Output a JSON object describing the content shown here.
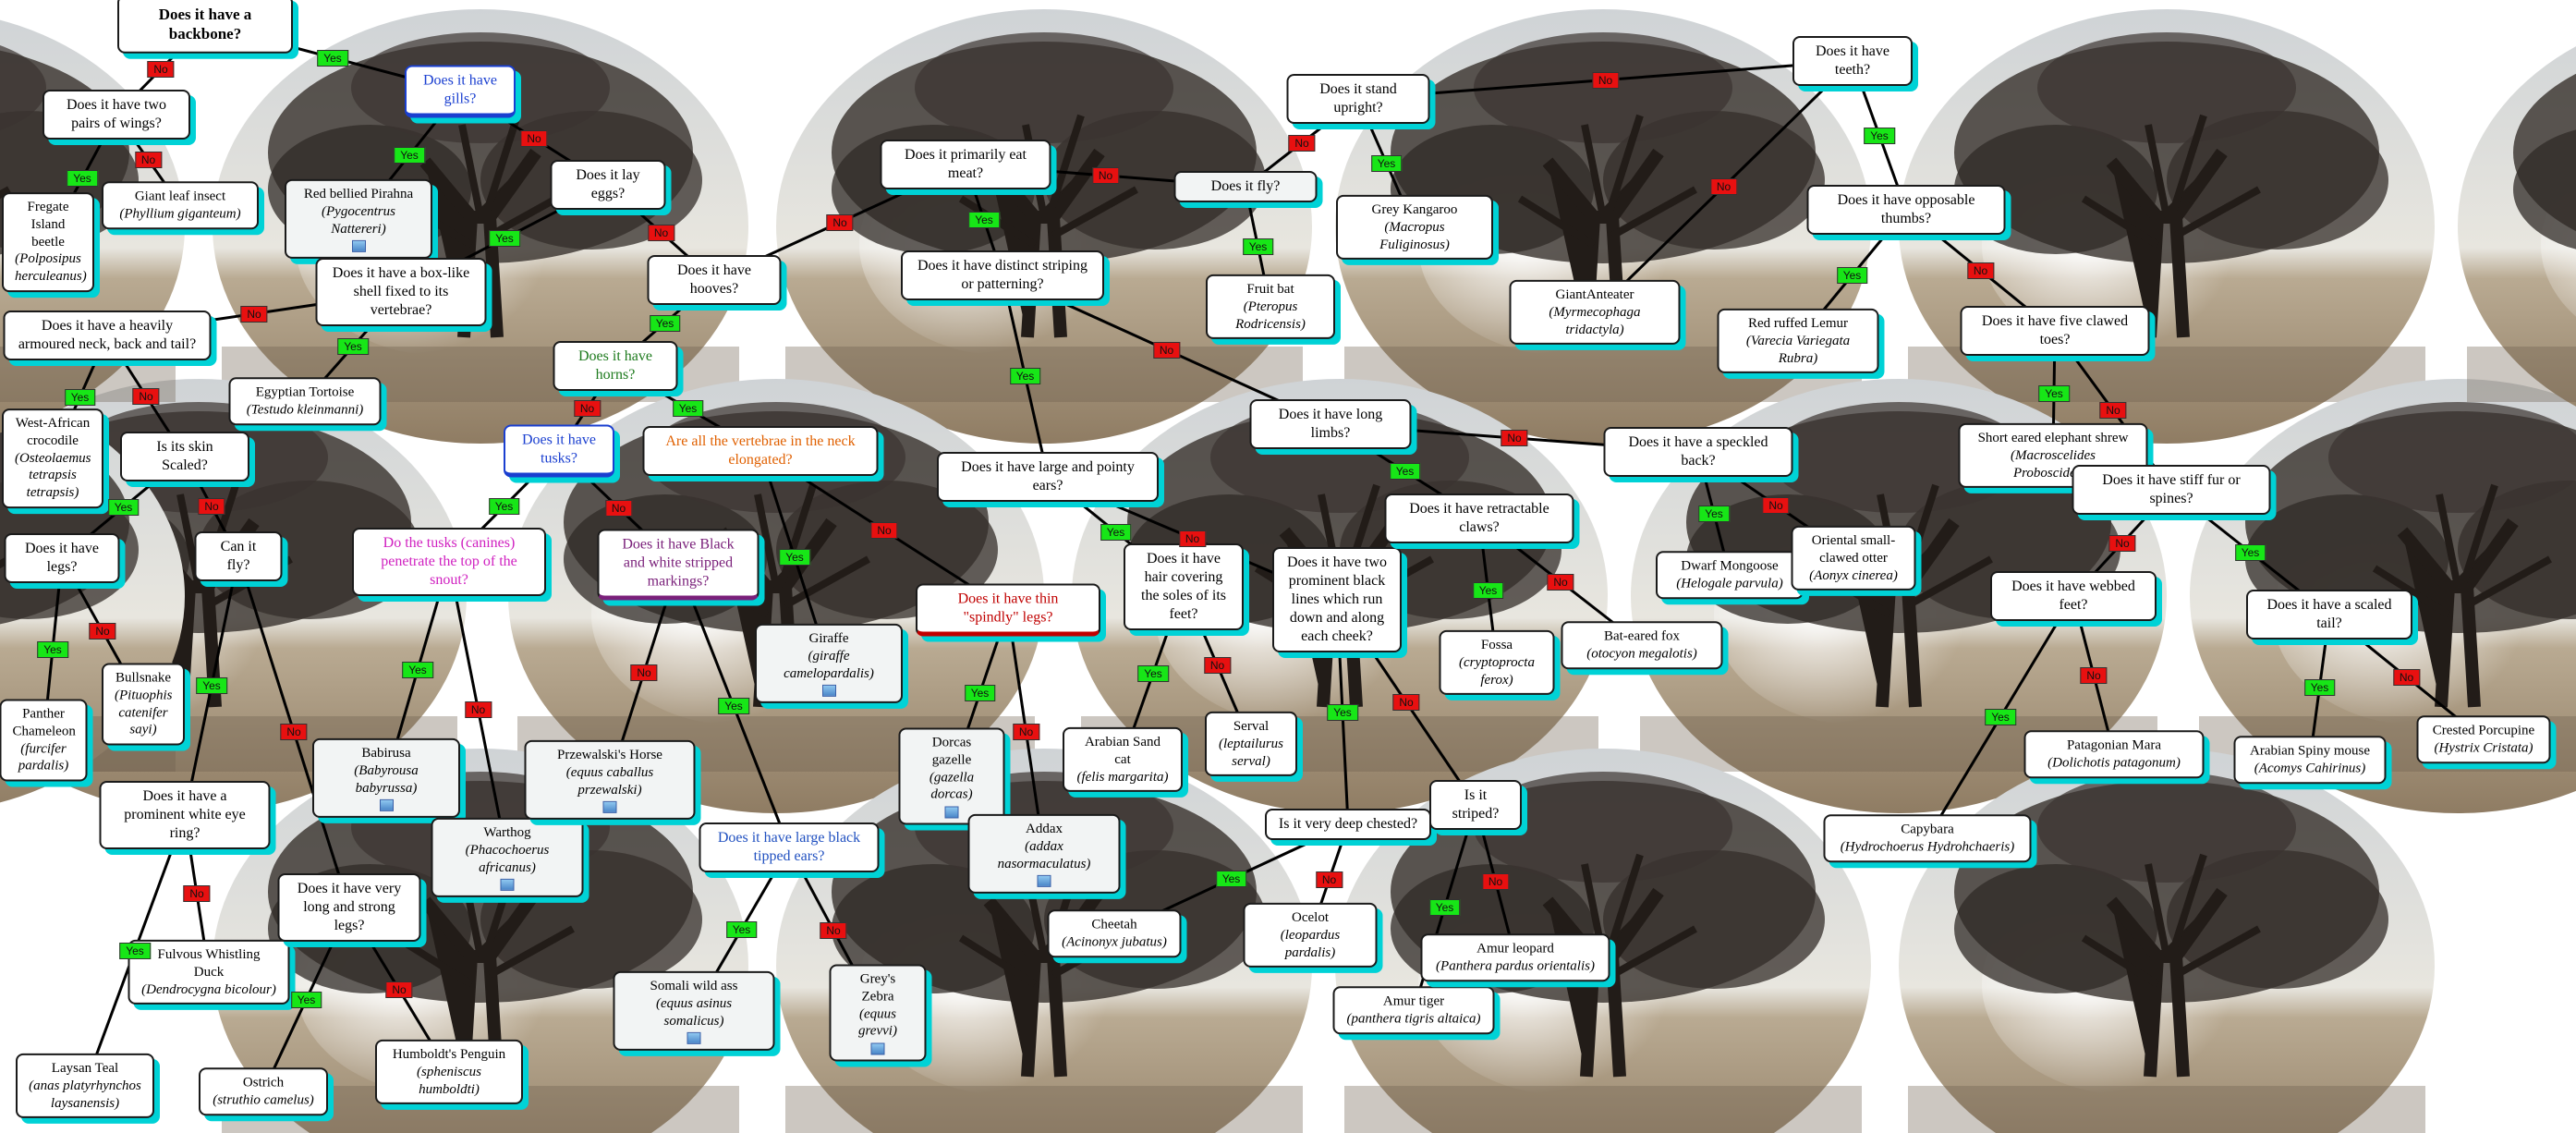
{
  "colors": {
    "accent_shadow": "#00d2d6",
    "yes": "#17e617",
    "no": "#e81010",
    "edge": "#000000"
  },
  "nodes": [
    {
      "id": "backbone",
      "type": "question",
      "text": "Does it have a backbone?",
      "style": "root"
    },
    {
      "id": "wings",
      "type": "question",
      "text": "Does it have two pairs of wings?"
    },
    {
      "id": "frigate",
      "type": "animal",
      "name": "Fregate Island beetle",
      "sci": "Polposipus herculeanus"
    },
    {
      "id": "leafinsect",
      "type": "animal",
      "name": "Giant leaf insect",
      "sci": "Phyllium  giganteum"
    },
    {
      "id": "gills",
      "type": "question",
      "text": "Does it have gills?",
      "style": "blue-bar"
    },
    {
      "id": "piranha",
      "type": "animal",
      "name": "Red bellied Pirahna",
      "sci": "Pygocentrus  Nattereri",
      "icon": "photo-icon",
      "style": "gray"
    },
    {
      "id": "eggs",
      "type": "question",
      "text": "Does it lay eggs?"
    },
    {
      "id": "shell",
      "type": "question",
      "text": "Does it have a box-like shell fixed to its vertebrae?"
    },
    {
      "id": "tortoise",
      "type": "animal",
      "name": "Egyptian Tortoise",
      "sci": "Testudo  kleinmanni"
    },
    {
      "id": "armoured",
      "type": "question",
      "text": "Does it have a heavily armoured neck, back and tail?"
    },
    {
      "id": "croc",
      "type": "animal",
      "name": "West-African crocodile",
      "sci": "Osteolaemus tetrapsis tetrapsis"
    },
    {
      "id": "scaled",
      "type": "question",
      "text": "Is its skin Scaled?"
    },
    {
      "id": "legs",
      "type": "question",
      "text": "Does it have legs?"
    },
    {
      "id": "chameleon",
      "type": "animal",
      "name": "Panther Chameleon",
      "sci": "furcifer pardalis"
    },
    {
      "id": "bullsnake",
      "type": "animal",
      "name": "Bullsnake",
      "sci": "Pituophis catenifer sayi"
    },
    {
      "id": "fly1",
      "type": "question",
      "text": "Can it fly?"
    },
    {
      "id": "eyering",
      "type": "question",
      "text": "Does it have a prominent white eye ring?"
    },
    {
      "id": "duck",
      "type": "animal",
      "name": "Fulvous Whistling Duck",
      "sci": "Dendrocygna bicolour"
    },
    {
      "id": "teal",
      "type": "animal",
      "name": "Laysan Teal",
      "sci": "anas platyrhynchos laysanensis"
    },
    {
      "id": "longlegs",
      "type": "question",
      "text": "Does it have very long and strong legs?"
    },
    {
      "id": "ostrich",
      "type": "animal",
      "name": "Ostrich",
      "sci": "struthio camelus"
    },
    {
      "id": "penguin",
      "type": "animal",
      "name": "Humboldt's Penguin",
      "sci": "spheniscus humboldti"
    },
    {
      "id": "hooves",
      "type": "question",
      "text": "Does it have hooves?"
    },
    {
      "id": "horns",
      "type": "question",
      "text": "Does it have horns?",
      "style": "green"
    },
    {
      "id": "tusks",
      "type": "question",
      "text": "Does it have tusks?",
      "style": "blue-bar"
    },
    {
      "id": "canines",
      "type": "question",
      "text": "Do the tusks (canines) penetrate the top of the snout?",
      "style": "pink"
    },
    {
      "id": "babirusa",
      "type": "animal",
      "name": "Babirusa",
      "sci": "Babyrousa  babyrussa",
      "icon": "photo-icon",
      "style": "gray"
    },
    {
      "id": "warthog",
      "type": "animal",
      "name": "Warthog",
      "sci": "Phacochoerus africanus",
      "icon": "photo-icon",
      "style": "gray"
    },
    {
      "id": "stripedmark",
      "type": "question",
      "text": "Does it have Black and white stripped markings?",
      "style": "purple"
    },
    {
      "id": "przewalski",
      "type": "animal",
      "name": "Przewalski's Horse",
      "sci": "equus  caballus  przewalski",
      "icon": "photo-icon",
      "style": "gray"
    },
    {
      "id": "tipped",
      "type": "question",
      "text": "Does it have large black tipped ears?",
      "style": "blue2"
    },
    {
      "id": "somali",
      "type": "animal",
      "name": "Somali wild ass",
      "sci": "equus  asinus  somalicus",
      "icon": "photo-icon",
      "style": "gray"
    },
    {
      "id": "grevy",
      "type": "animal",
      "name": "Grey's Zebra",
      "sci": "equus  grevvi",
      "icon": "photo-icon",
      "style": "gray"
    },
    {
      "id": "vertebrae",
      "type": "question",
      "text": "Are all the vertebrae in the neck elongated?",
      "style": "orange"
    },
    {
      "id": "giraffe",
      "type": "animal",
      "name": "Giraffe",
      "sci": "giraffe  camelopardalis",
      "icon": "photo-icon",
      "style": "gray"
    },
    {
      "id": "spindly",
      "type": "question",
      "text": "Does it have thin \"spindly\" legs?",
      "style": "red"
    },
    {
      "id": "dorcas",
      "type": "animal",
      "name": "Dorcas gazelle",
      "sci": "gazella  dorcas",
      "icon": "photo-icon",
      "style": "gray"
    },
    {
      "id": "addax",
      "type": "animal",
      "name": "Addax",
      "sci": "addax  nasormaculatus",
      "icon": "photo-icon",
      "style": "gray"
    },
    {
      "id": "meat",
      "type": "question",
      "text": "Does it primarily eat meat?"
    },
    {
      "id": "fly2",
      "type": "question",
      "text": "Does it fly?",
      "style": "gray"
    },
    {
      "id": "fruitbat",
      "type": "animal",
      "name": "Fruit bat",
      "sci": "Pteropus  Rodricensis"
    },
    {
      "id": "patterning",
      "type": "question",
      "text": "Does it have distinct striping or patterning?"
    },
    {
      "id": "pointyears",
      "type": "question",
      "text": "Does it have large and pointy ears?"
    },
    {
      "id": "hairsoles",
      "type": "question",
      "text": "Does it have hair covering the soles of its feet?"
    },
    {
      "id": "sandcat",
      "type": "animal",
      "name": "Arabian Sand cat",
      "sci": "felis margarita"
    },
    {
      "id": "serval",
      "type": "animal",
      "name": "Serval",
      "sci": "leptailurus serval"
    },
    {
      "id": "blacklines",
      "type": "question",
      "text": "Does it have two prominent black lines which run down and along each cheek?"
    },
    {
      "id": "deepchest",
      "type": "question",
      "text": "Is it very deep chested?"
    },
    {
      "id": "cheetah",
      "type": "animal",
      "name": "Cheetah",
      "sci": "Acinonyx jubatus"
    },
    {
      "id": "ocelot",
      "type": "animal",
      "name": "Ocelot",
      "sci": "leopardus pardalis"
    },
    {
      "id": "isstriped",
      "type": "question",
      "text": "Is it striped?"
    },
    {
      "id": "tiger",
      "type": "animal",
      "name": "Amur tiger",
      "sci": "panthera tigris altaica"
    },
    {
      "id": "leopard",
      "type": "animal",
      "name": "Amur leopard",
      "sci": "Panthera pardus orientalis"
    },
    {
      "id": "longlimbs",
      "type": "question",
      "text": "Does it have long limbs?"
    },
    {
      "id": "retract",
      "type": "question",
      "text": "Does it have retractable claws?"
    },
    {
      "id": "fossa",
      "type": "animal",
      "name": "Fossa",
      "sci": "cryptoprocta ferox"
    },
    {
      "id": "batfox",
      "type": "animal",
      "name": "Bat-eared fox",
      "sci": "otocyon megalotis"
    },
    {
      "id": "speckled",
      "type": "question",
      "text": "Does it have a speckled back?"
    },
    {
      "id": "mongoose",
      "type": "animal",
      "name": "Dwarf Mongoose",
      "sci": "Helogale parvula"
    },
    {
      "id": "otter",
      "type": "animal",
      "name": "Oriental small-clawed otter",
      "sci": "Aonyx cinerea"
    },
    {
      "id": "upright",
      "type": "question",
      "text": "Does it stand upright?"
    },
    {
      "id": "kangaroo",
      "type": "animal",
      "name": "Grey Kangaroo",
      "sci": "Macropus  Fuliginosus"
    },
    {
      "id": "teeth",
      "type": "question",
      "text": "Does it have teeth?"
    },
    {
      "id": "anteater",
      "type": "animal",
      "name": "GiantAnteater",
      "sci": "Myrmecophaga  tridactyla"
    },
    {
      "id": "thumbs",
      "type": "question",
      "text": "Does it have opposable thumbs?"
    },
    {
      "id": "lemur",
      "type": "animal",
      "name": "Red ruffed Lemur",
      "sci": "Varecia Variegata Rubra"
    },
    {
      "id": "clawedtoes",
      "type": "question",
      "text": "Does it have five clawed toes?"
    },
    {
      "id": "shrew",
      "type": "animal",
      "name": "Short eared elephant shrew",
      "sci": "Macroscelides Proboscideus"
    },
    {
      "id": "stifffur",
      "type": "question",
      "text": "Does it have stiff fur or spines?"
    },
    {
      "id": "webbed",
      "type": "question",
      "text": "Does it have webbed feet?"
    },
    {
      "id": "capybara",
      "type": "animal",
      "name": "Capybara",
      "sci": "Hydrochoerus  Hydrohchaeris"
    },
    {
      "id": "mara",
      "type": "animal",
      "name": "Patagonian Mara",
      "sci": "Dolichotis  patagonum"
    },
    {
      "id": "scaledtail",
      "type": "question",
      "text": "Does it have a scaled tail?"
    },
    {
      "id": "spinymouse",
      "type": "animal",
      "name": "Arabian Spiny mouse",
      "sci": "Acomys  Cahirinus"
    },
    {
      "id": "porcupine",
      "type": "animal",
      "name": "Crested Porcupine",
      "sci": "Hystrix  Cristata"
    }
  ],
  "edges": [
    {
      "from": "backbone",
      "to": "wings",
      "label": "No"
    },
    {
      "from": "backbone",
      "to": "gills",
      "label": "Yes"
    },
    {
      "from": "wings",
      "to": "frigate",
      "label": "Yes"
    },
    {
      "from": "wings",
      "to": "leafinsect",
      "label": "No"
    },
    {
      "from": "gills",
      "to": "piranha",
      "label": "Yes"
    },
    {
      "from": "gills",
      "to": "eggs",
      "label": "No"
    },
    {
      "from": "eggs",
      "to": "shell",
      "label": "Yes"
    },
    {
      "from": "eggs",
      "to": "hooves",
      "label": "No"
    },
    {
      "from": "shell",
      "to": "tortoise",
      "label": "Yes"
    },
    {
      "from": "shell",
      "to": "armoured",
      "label": "No"
    },
    {
      "from": "armoured",
      "to": "croc",
      "label": "Yes"
    },
    {
      "from": "armoured",
      "to": "scaled",
      "label": "No"
    },
    {
      "from": "scaled",
      "to": "legs",
      "label": "Yes"
    },
    {
      "from": "scaled",
      "to": "fly1",
      "label": "No"
    },
    {
      "from": "legs",
      "to": "chameleon",
      "label": "Yes"
    },
    {
      "from": "legs",
      "to": "bullsnake",
      "label": "No"
    },
    {
      "from": "fly1",
      "to": "eyering",
      "label": "Yes"
    },
    {
      "from": "fly1",
      "to": "longlegs",
      "label": "No"
    },
    {
      "from": "eyering",
      "to": "teal",
      "label": "Yes"
    },
    {
      "from": "eyering",
      "to": "duck",
      "label": "No"
    },
    {
      "from": "longlegs",
      "to": "ostrich",
      "label": "Yes"
    },
    {
      "from": "longlegs",
      "to": "penguin",
      "label": "No"
    },
    {
      "from": "hooves",
      "to": "horns",
      "label": "Yes"
    },
    {
      "from": "hooves",
      "to": "meat",
      "label": "No"
    },
    {
      "from": "horns",
      "to": "tusks",
      "label": "No"
    },
    {
      "from": "horns",
      "to": "vertebrae",
      "label": "Yes"
    },
    {
      "from": "tusks",
      "to": "canines",
      "label": "Yes"
    },
    {
      "from": "tusks",
      "to": "stripedmark",
      "label": "No"
    },
    {
      "from": "canines",
      "to": "babirusa",
      "label": "Yes"
    },
    {
      "from": "canines",
      "to": "warthog",
      "label": "No"
    },
    {
      "from": "stripedmark",
      "to": "przewalski",
      "label": "No"
    },
    {
      "from": "stripedmark",
      "to": "tipped",
      "label": "Yes"
    },
    {
      "from": "tipped",
      "to": "somali",
      "label": "Yes"
    },
    {
      "from": "tipped",
      "to": "grevy",
      "label": "No"
    },
    {
      "from": "vertebrae",
      "to": "giraffe",
      "label": "Yes"
    },
    {
      "from": "vertebrae",
      "to": "spindly",
      "label": "No"
    },
    {
      "from": "spindly",
      "to": "dorcas",
      "label": "Yes"
    },
    {
      "from": "spindly",
      "to": "addax",
      "label": "No"
    },
    {
      "from": "meat",
      "to": "patterning",
      "label": "Yes"
    },
    {
      "from": "meat",
      "to": "fly2",
      "label": "No"
    },
    {
      "from": "fly2",
      "to": "fruitbat",
      "label": "Yes"
    },
    {
      "from": "fly2",
      "to": "upright",
      "label": "No"
    },
    {
      "from": "patterning",
      "to": "pointyears",
      "label": "Yes"
    },
    {
      "from": "patterning",
      "to": "longlimbs",
      "label": "No"
    },
    {
      "from": "pointyears",
      "to": "hairsoles",
      "label": "Yes"
    },
    {
      "from": "pointyears",
      "to": "blacklines",
      "label": "No"
    },
    {
      "from": "hairsoles",
      "to": "sandcat",
      "label": "Yes"
    },
    {
      "from": "hairsoles",
      "to": "serval",
      "label": "No"
    },
    {
      "from": "blacklines",
      "to": "deepchest",
      "label": "Yes"
    },
    {
      "from": "blacklines",
      "to": "isstriped",
      "label": "No"
    },
    {
      "from": "deepchest",
      "to": "cheetah",
      "label": "Yes"
    },
    {
      "from": "deepchest",
      "to": "ocelot",
      "label": "No"
    },
    {
      "from": "isstriped",
      "to": "tiger",
      "label": "Yes"
    },
    {
      "from": "isstriped",
      "to": "leopard",
      "label": "No"
    },
    {
      "from": "longlimbs",
      "to": "retract",
      "label": "Yes"
    },
    {
      "from": "longlimbs",
      "to": "speckled",
      "label": "No"
    },
    {
      "from": "retract",
      "to": "fossa",
      "label": "Yes"
    },
    {
      "from": "retract",
      "to": "batfox",
      "label": "No"
    },
    {
      "from": "speckled",
      "to": "mongoose",
      "label": "Yes"
    },
    {
      "from": "speckled",
      "to": "otter",
      "label": "No"
    },
    {
      "from": "upright",
      "to": "kangaroo",
      "label": "Yes"
    },
    {
      "from": "upright",
      "to": "teeth",
      "label": "No"
    },
    {
      "from": "teeth",
      "to": "anteater",
      "label": "No"
    },
    {
      "from": "teeth",
      "to": "thumbs",
      "label": "Yes"
    },
    {
      "from": "thumbs",
      "to": "lemur",
      "label": "Yes"
    },
    {
      "from": "thumbs",
      "to": "clawedtoes",
      "label": "No"
    },
    {
      "from": "clawedtoes",
      "to": "shrew",
      "label": "Yes"
    },
    {
      "from": "clawedtoes",
      "to": "stifffur",
      "label": "No"
    },
    {
      "from": "stifffur",
      "to": "webbed",
      "label": "No"
    },
    {
      "from": "stifffur",
      "to": "scaledtail",
      "label": "Yes"
    },
    {
      "from": "webbed",
      "to": "capybara",
      "label": "Yes"
    },
    {
      "from": "webbed",
      "to": "mara",
      "label": "No"
    },
    {
      "from": "scaledtail",
      "to": "spinymouse",
      "label": "Yes"
    },
    {
      "from": "scaledtail",
      "to": "porcupine",
      "label": "No"
    }
  ]
}
